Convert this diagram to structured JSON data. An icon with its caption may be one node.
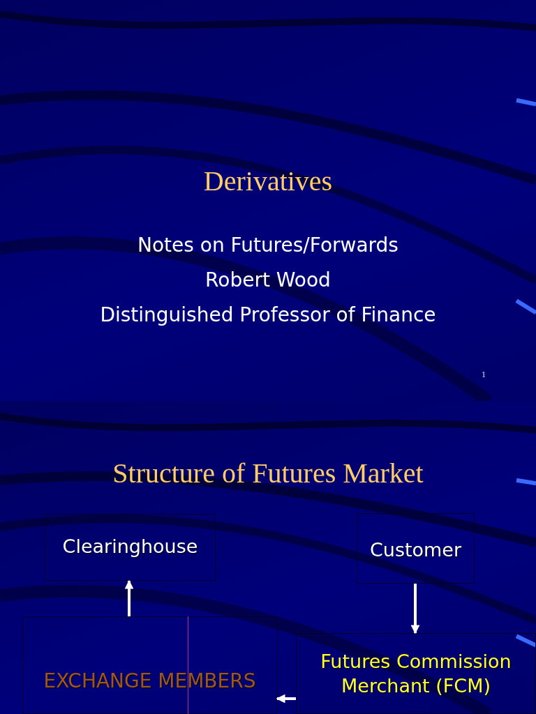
{
  "diagram": {
    "title": "Derivatives",
    "nodes": [
      {
        "text": [
          "Clearinghouse"
        ]
      },
      {
        "text": [
          "Customer"
        ]
      },
      {
        "text": [
          "EXCHANGE MEMBERS"
        ]
      },
      {
        "text": [
          "Futures Commission Merchant (FCM)"
        ]
      }
    ],
    "edges": [
      {
        "from": 2,
        "to": 0,
        "arrow": "to"
      },
      {
        "from": 1,
        "to": 3,
        "arrow": "to"
      },
      {
        "from": 3,
        "to": 2,
        "arrow": "to"
      }
    ],
    "labels": [
      "Notes on Futures/Forwards",
      "Robert Wood",
      "Distinguished Professor of Finance",
      "1",
      "Structure of Futures Market"
    ]
  }
}
